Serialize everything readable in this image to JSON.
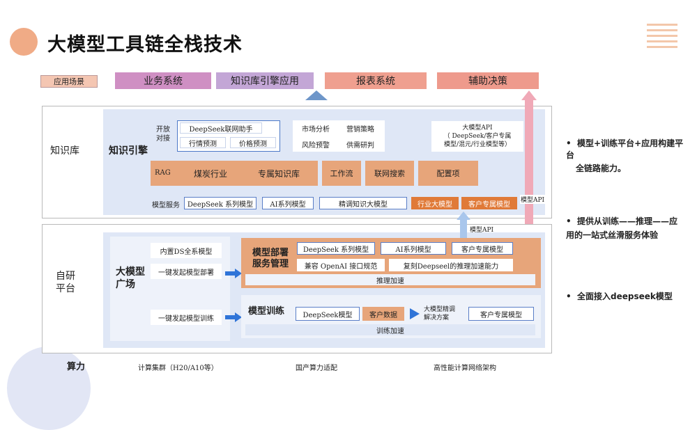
{
  "title": "大模型工具链全栈技术",
  "scenario": {
    "label": "应用场景",
    "items": [
      "业务系统",
      "知识库引擎应用",
      "报表系统",
      "辅助决策"
    ]
  },
  "knowledge": {
    "section_label": "知识库",
    "engine_label": "知识引擎",
    "open_label": "开放\n对接",
    "assistant_title": "DeepSeek联网助手",
    "assistant_items": [
      "行情预测",
      "价格预测"
    ],
    "analysis": [
      "市场分析",
      "营销策略",
      "风险预警",
      "供需研判"
    ],
    "api_box": "大模型API\n（ DeepSeek/客户专属\n模型/混元/行业模型等）",
    "rag_label": "RAG",
    "rag_items": [
      "煤炭行业",
      "专属知识库"
    ],
    "tools": [
      "工作流",
      "联网搜索",
      "配置项"
    ],
    "service_label": "模型服务",
    "services": [
      "DeepSeek 系列模型",
      "AI系列模型",
      "精调知识大模型",
      "行业大模型",
      "客户专属模型"
    ],
    "api_right": "模型API"
  },
  "platform": {
    "section_label": "自研\n平台",
    "plaza_label": "大模型\n广场",
    "plaza_items": [
      "内置DS全系模型",
      "一键发起模型部署",
      "一键发起模型训练"
    ],
    "api_mid": "模型API",
    "deploy_label": "模型部署\n服务管理",
    "deploy_models": [
      "DeepSeek 系列模型",
      "AI系列模型",
      "客户专属模型"
    ],
    "deploy_compat": "兼容 OpenAI 接口规范",
    "deploy_accel_cap": "复刻Deepseel的推理加速能力",
    "deploy_accel": "推理加速",
    "train_label": "模型训练",
    "train_model": "DeepSeek模型",
    "train_data": "客户数据",
    "train_solution": "大模型精调\n解决方案",
    "train_result": "客户专属模型",
    "train_accel": "训练加速"
  },
  "compute": {
    "label": "算力",
    "items": [
      "计算集群（H20/A10等）",
      "国产算力适配",
      "高性能计算网络架构"
    ]
  },
  "bullets": [
    {
      "line1": "模型+训练平台+应用构建平台",
      "line2": "全链路能力。"
    },
    {
      "line1": "提供从训练——推理——应　用的一站式丝滑服务体验",
      "line2": ""
    },
    {
      "line1": "全面接入deepseek模型",
      "line2": ""
    }
  ],
  "colors": {
    "scenario_tag": "#f4c6b2",
    "business": "#cf8fc3",
    "kb_app": "#c3a6d6",
    "report": "#ef9f8f",
    "decision": "#ee9a8c",
    "pink_arrow": "#f0a9b7",
    "blue_arrow": "#a9c6ec",
    "accent_blue": "#2f74d8"
  }
}
